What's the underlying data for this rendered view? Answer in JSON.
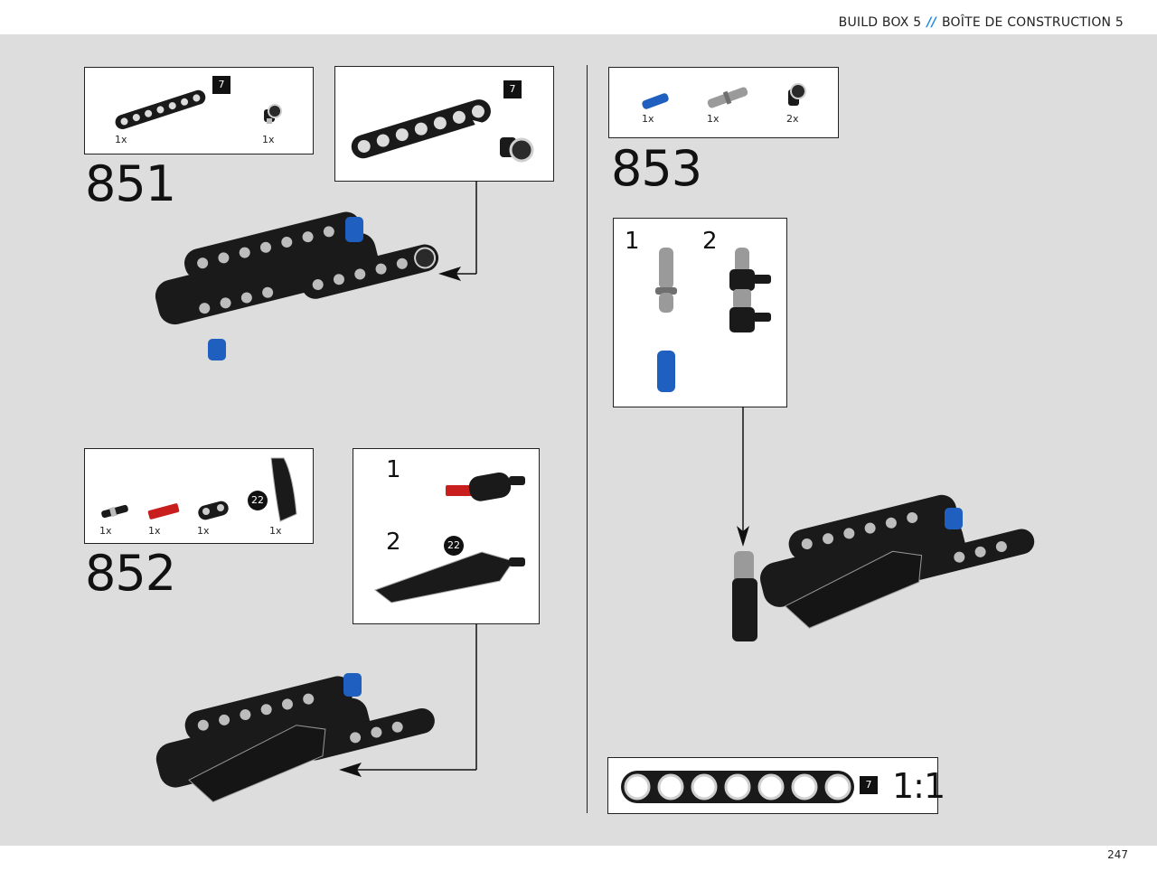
{
  "header": {
    "left_title": "BUILD BOX 5",
    "separator": "//",
    "right_title": "BOÎTE DE CONSTRUCTION 5"
  },
  "page_number": "247",
  "steps": {
    "s851": {
      "number": "851",
      "parts": [
        {
          "qty": "1x",
          "badge": "7",
          "icon": "beam-7-icon",
          "color": "#1a1a1a"
        },
        {
          "qty": "1x",
          "icon": "axle-connector-icon",
          "color": "#1a1a1a"
        }
      ],
      "callout_badge": "7"
    },
    "s852": {
      "number": "852",
      "parts": [
        {
          "qty": "1x",
          "icon": "axle-pin-black-icon",
          "color": "#1a1a1a"
        },
        {
          "qty": "1x",
          "icon": "axle-red-icon",
          "color": "#c81e1e"
        },
        {
          "qty": "1x",
          "icon": "beam-2-icon",
          "color": "#1a1a1a"
        },
        {
          "qty": "1x",
          "badge": "22",
          "icon": "panel-icon",
          "color": "#1a1a1a"
        }
      ],
      "substeps": [
        "1",
        "2"
      ],
      "callout_circle": "22"
    },
    "s853": {
      "number": "853",
      "parts": [
        {
          "qty": "1x",
          "icon": "pin-blue-icon",
          "color": "#1f5fbf"
        },
        {
          "qty": "1x",
          "icon": "pin-grey-icon",
          "color": "#9a9a9a"
        },
        {
          "qty": "2x",
          "icon": "axle-connector-icon",
          "color": "#1a1a1a"
        }
      ],
      "substeps": [
        "1",
        "2"
      ]
    }
  },
  "scale": {
    "badge": "7",
    "ratio": "1:1"
  },
  "colors": {
    "canvas": "#dcdddc",
    "accent": "#1e88e5",
    "beam": "#1a1a1a",
    "blue_pin": "#1f5fbf",
    "red_axle": "#c81e1e"
  }
}
